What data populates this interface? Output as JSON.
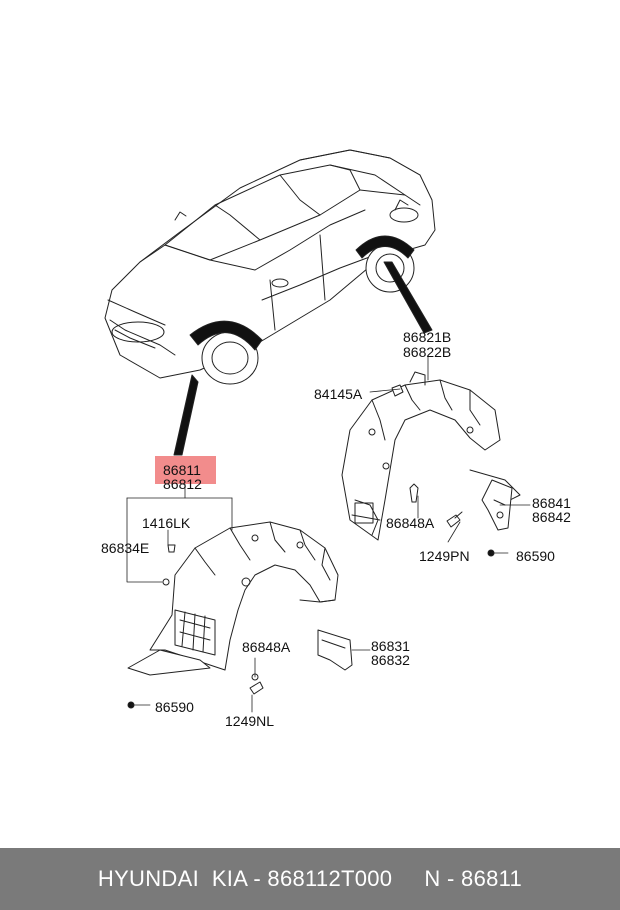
{
  "diagram": {
    "highlight_color": "#f28c8c",
    "labels": {
      "p86821B": "86821B",
      "p86822B": "86822B",
      "p84145A": "84145A",
      "p86811": "86811",
      "p86812": "86812",
      "p1416LK": "1416LK",
      "p86834E": "86834E",
      "p86848A_rear": "86848A",
      "p86841": "86841",
      "p86842": "86842",
      "p1249PN": "1249PN",
      "p86590_rear": "86590",
      "p86848A_front": "86848A",
      "p86831": "86831",
      "p86832": "86832",
      "p86590_front": "86590",
      "p1249NL": "1249NL"
    }
  },
  "footer": {
    "text": "HYUNDAI  KIA - 868112T000     N - 86811",
    "background": "#7a7a7a"
  }
}
